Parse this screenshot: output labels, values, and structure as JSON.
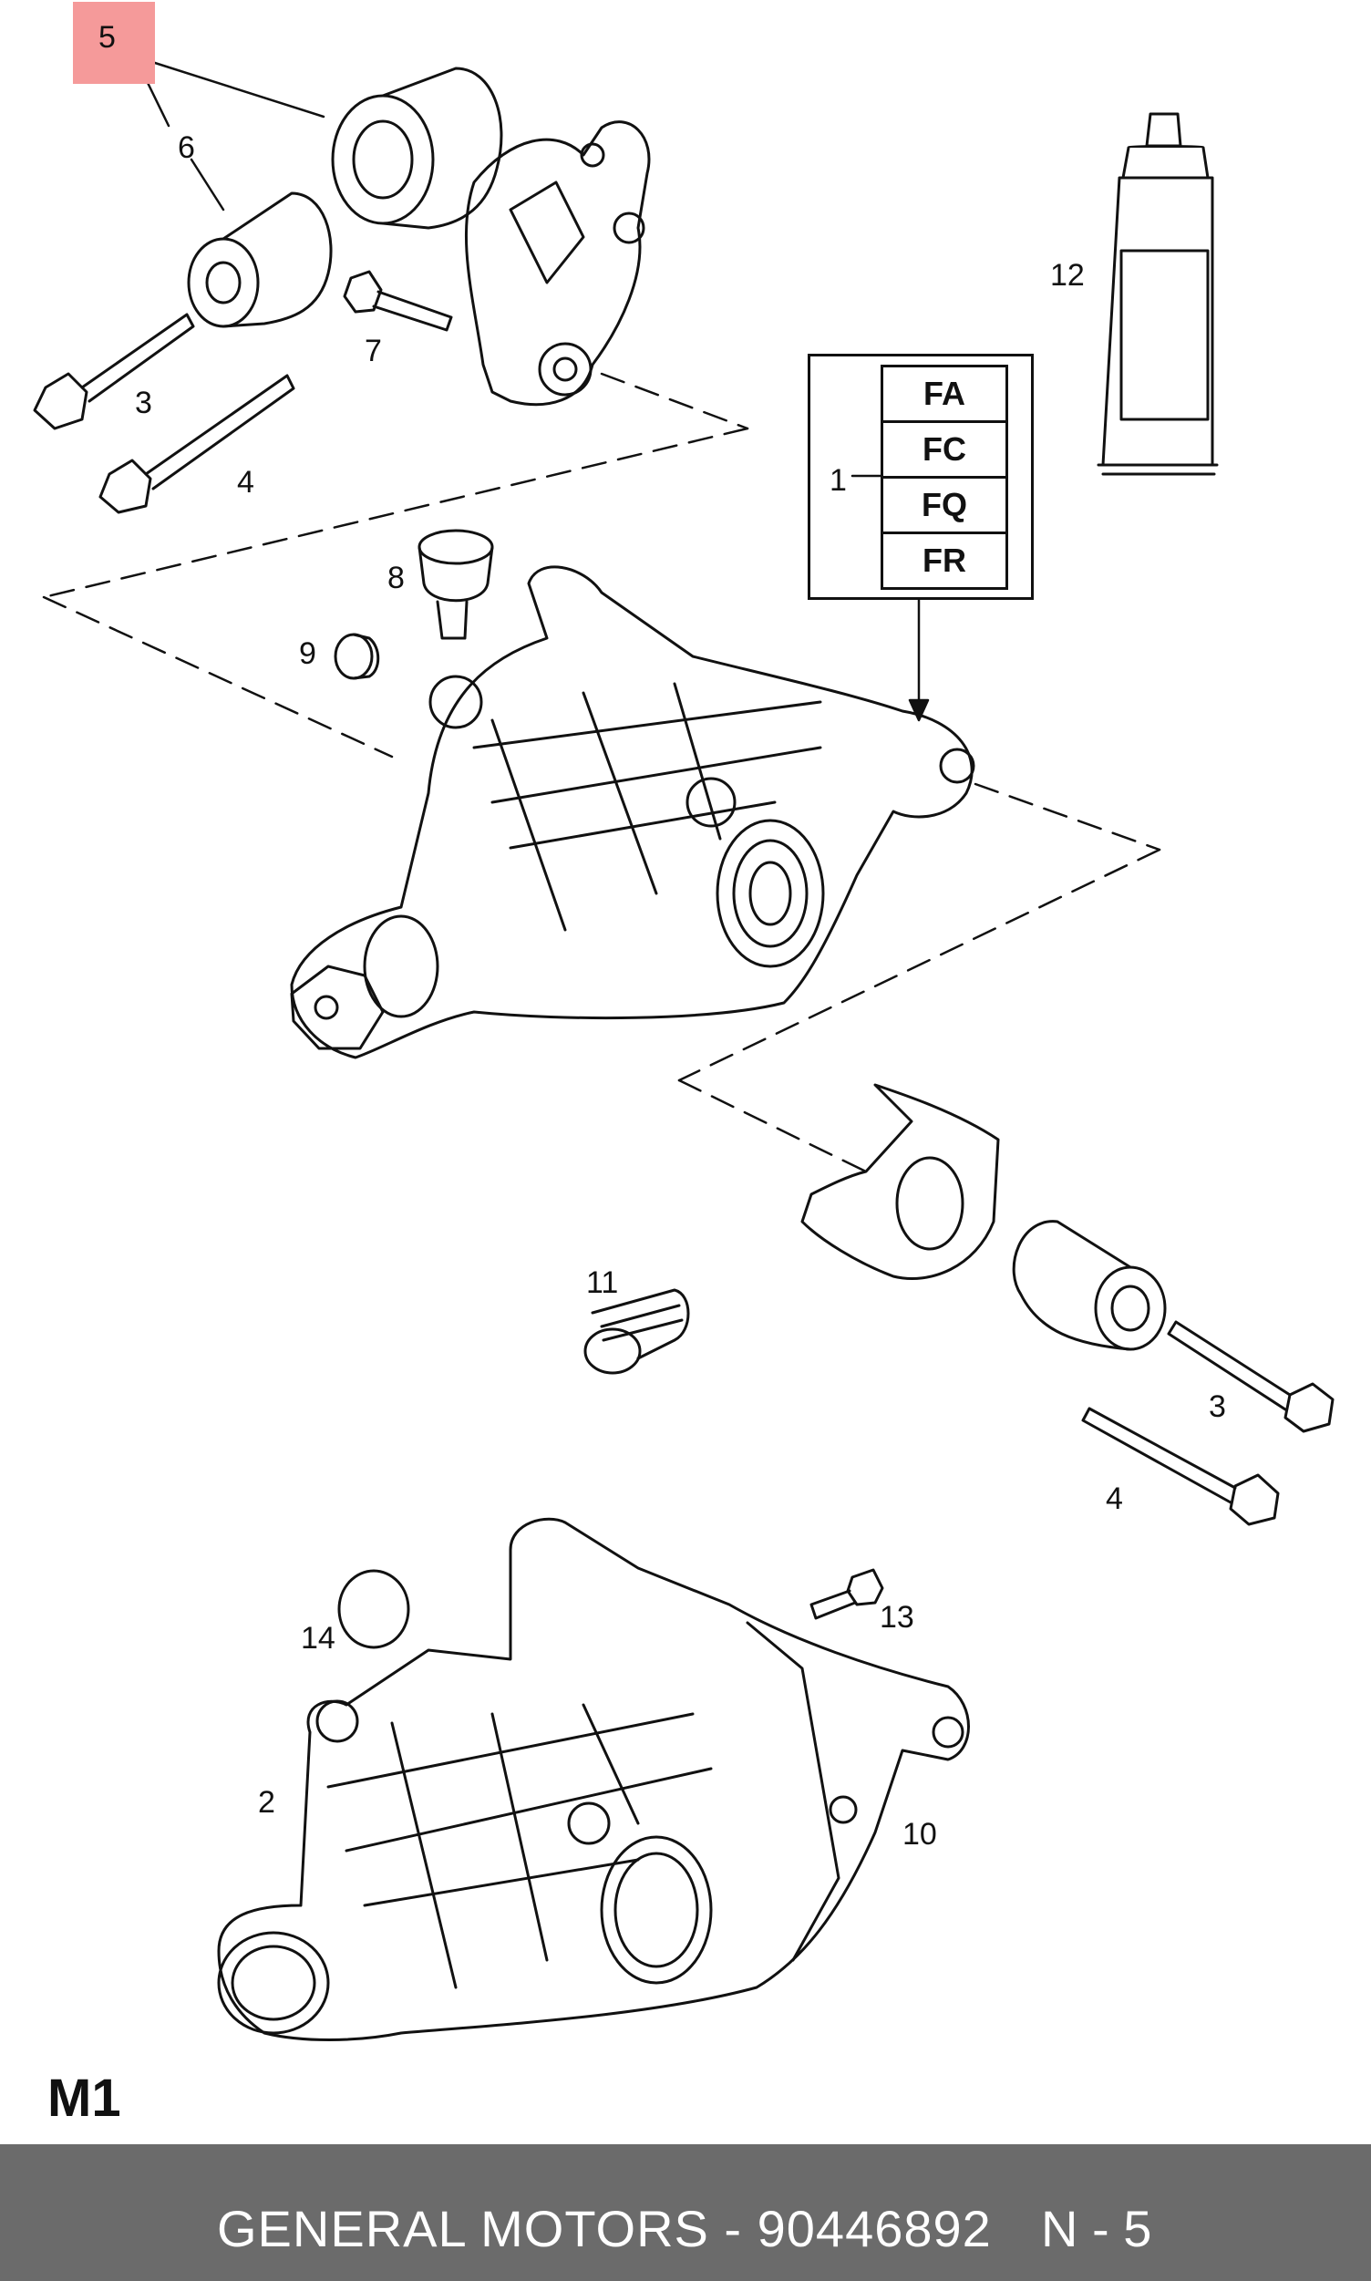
{
  "callouts": {
    "c5": "5",
    "c6": "6",
    "c3a": "3",
    "c4a": "4",
    "c7": "7",
    "c12": "12",
    "c1": "1",
    "c8": "8",
    "c9": "9",
    "c11": "11",
    "c3b": "3",
    "c4b": "4",
    "c14": "14",
    "c13": "13",
    "c2": "2",
    "c10": "10"
  },
  "variant_codes": [
    "FA",
    "FC",
    "FQ",
    "FR"
  ],
  "page_label": "M1",
  "footer": {
    "text": "GENERAL MOTORS - 90446892",
    "page": "N - 5"
  },
  "colors": {
    "highlight": "#f59a9a",
    "footer_bg": "#6b6b6b",
    "line": "#111111"
  }
}
